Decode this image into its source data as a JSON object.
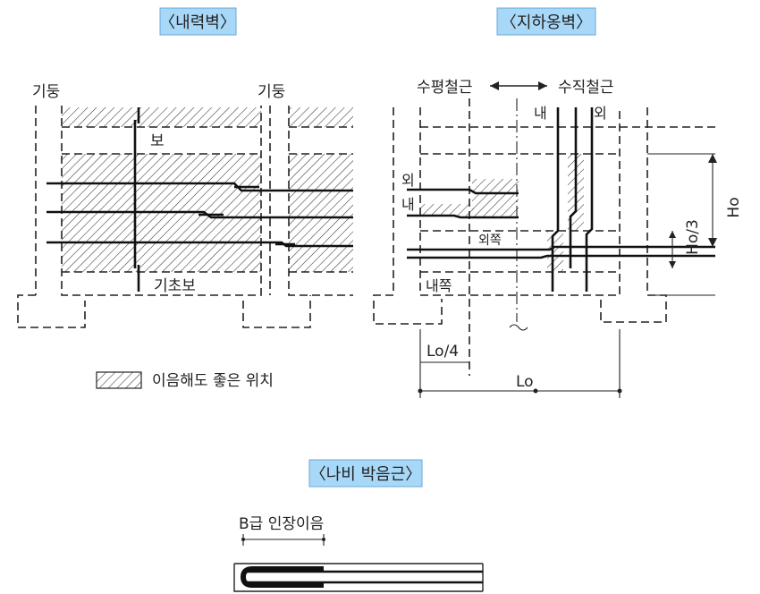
{
  "titles": {
    "bearing_wall": "〈내력벽〉",
    "basement_wall": "〈지하옹벽〉",
    "slab_bar": "〈나비 박음근〉"
  },
  "bearing_wall_labels": {
    "column_left": "기둥",
    "column_right": "기둥",
    "beam": "보",
    "foundation_beam": "기초보"
  },
  "legend": {
    "text": "이음해도 좋은 위치"
  },
  "basement_wall_labels": {
    "horizontal_bar": "수평철근",
    "vertical_bar": "수직철근",
    "inner_top": "내",
    "outer_top": "외",
    "outer_left": "외",
    "inner_left": "내",
    "outer_side": "외쪽",
    "inner_side": "내쪽",
    "lo_quarter": "Lo/4",
    "lo": "Lo",
    "ho": "Ho",
    "ho_third": "Ho/3"
  },
  "slab_bar_labels": {
    "splice": "B급 인장이음"
  },
  "colors": {
    "title_background": "#a8d8f8",
    "line": "#222222"
  }
}
